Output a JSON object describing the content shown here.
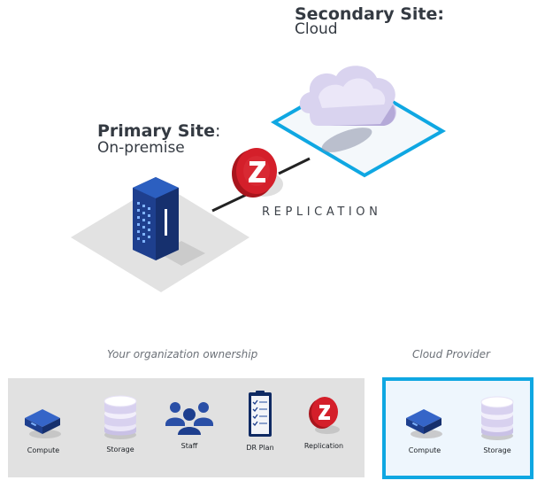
{
  "secondary_site": {
    "title": "Secondary Site:",
    "subtitle": "Cloud"
  },
  "primary_site": {
    "title": "Primary Site",
    "title_colon": ":",
    "subtitle": "On-premise"
  },
  "replication_label": "REPLICATION",
  "ownership": {
    "caption": "Your organization ownership",
    "items": [
      {
        "label": "Compute",
        "icon": "compute-icon"
      },
      {
        "label": "Storage",
        "icon": "storage-icon"
      },
      {
        "label": "Staff",
        "icon": "staff-icon"
      },
      {
        "label": "DR Plan",
        "icon": "dr-plan-icon"
      },
      {
        "label": "Replication",
        "icon": "replication-icon"
      }
    ]
  },
  "cloud_provider": {
    "caption": "Cloud Provider",
    "items": [
      {
        "label": "Compute",
        "icon": "compute-icon"
      },
      {
        "label": "Storage",
        "icon": "storage-icon"
      }
    ]
  },
  "colors": {
    "accent": "#0fa7e2",
    "navy": "#1e3f8e",
    "red": "#d41f2a",
    "lavender": "#c9c1e6",
    "gray_panel": "#e1e1e1"
  }
}
